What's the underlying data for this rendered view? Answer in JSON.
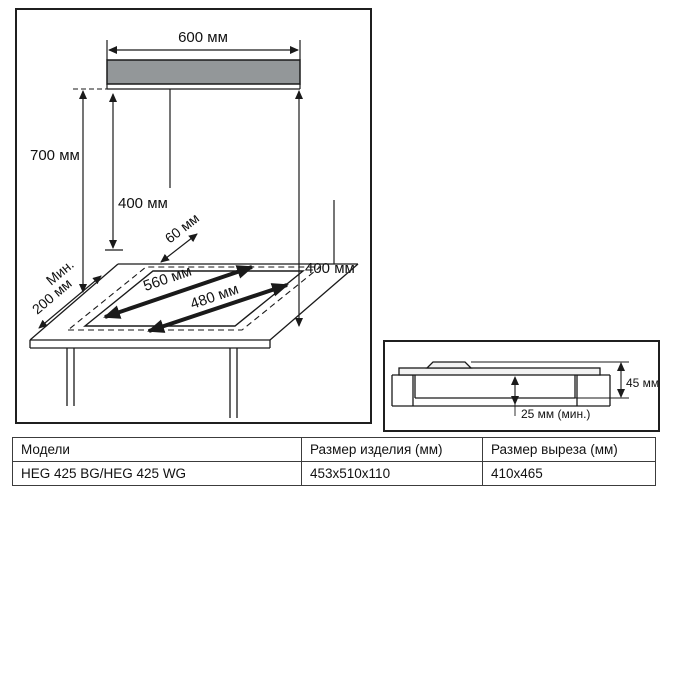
{
  "main_diagram": {
    "labels": {
      "w600": "600 мм",
      "h700": "700 мм",
      "h400_left": "400 мм",
      "gap60": "60 мм",
      "h400_right": "400 мм",
      "min1": "Мин.",
      "min2": "200 мм",
      "d560": "560 мм",
      "d480": "480 мм"
    },
    "colors": {
      "hood_strip": "#939799",
      "line": "#1a1a1a"
    }
  },
  "section_diagram": {
    "labels": {
      "h45": "45 мм",
      "min25": "25 мм (мин.)"
    }
  },
  "table": {
    "headers": [
      "Модели",
      "Размер изделия (мм)",
      "Размер выреза (мм)"
    ],
    "rows": [
      [
        "HEG 425 BG/HEG 425 WG",
        "453x510x110",
        "410x465"
      ]
    ]
  }
}
